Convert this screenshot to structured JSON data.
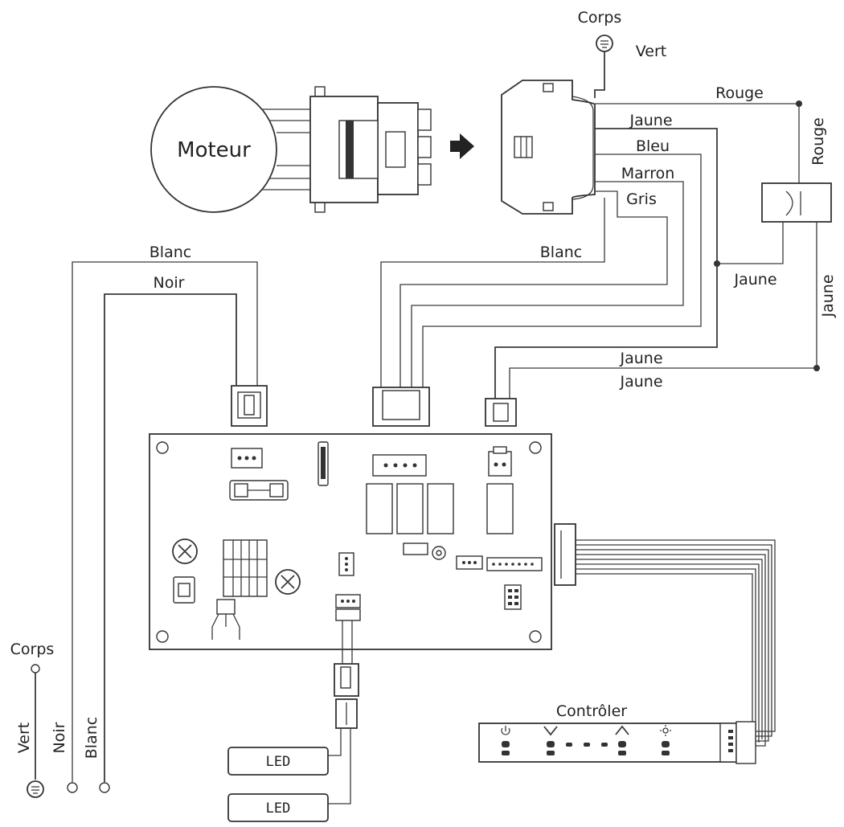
{
  "labels": {
    "moteur": "Moteur",
    "corps_top": "Corps",
    "vert_top": "Vert",
    "rouge_h": "Rouge",
    "rouge_v": "Rouge",
    "jaune_1": "Jaune",
    "bleu": "Bleu",
    "marron": "Marron",
    "gris": "Gris",
    "blanc_mid": "Blanc",
    "jaune_cap": "Jaune",
    "jaune_v": "Jaune",
    "jaune_2": "Jaune",
    "jaune_3": "Jaune",
    "blanc_left": "Blanc",
    "noir_left": "Noir",
    "corps_left": "Corps",
    "vert_left": "Vert",
    "noir_v": "Noir",
    "blanc_v": "Blanc",
    "controler": "Contrôler",
    "led_1": "LED",
    "led_2": "LED"
  },
  "controller_icons": [
    "power-icon",
    "chevron-down-icon",
    "chevron-up-icon",
    "light-icon"
  ],
  "colors": {
    "line": "#3a3a3a",
    "text": "#222222",
    "background": "#ffffff"
  }
}
